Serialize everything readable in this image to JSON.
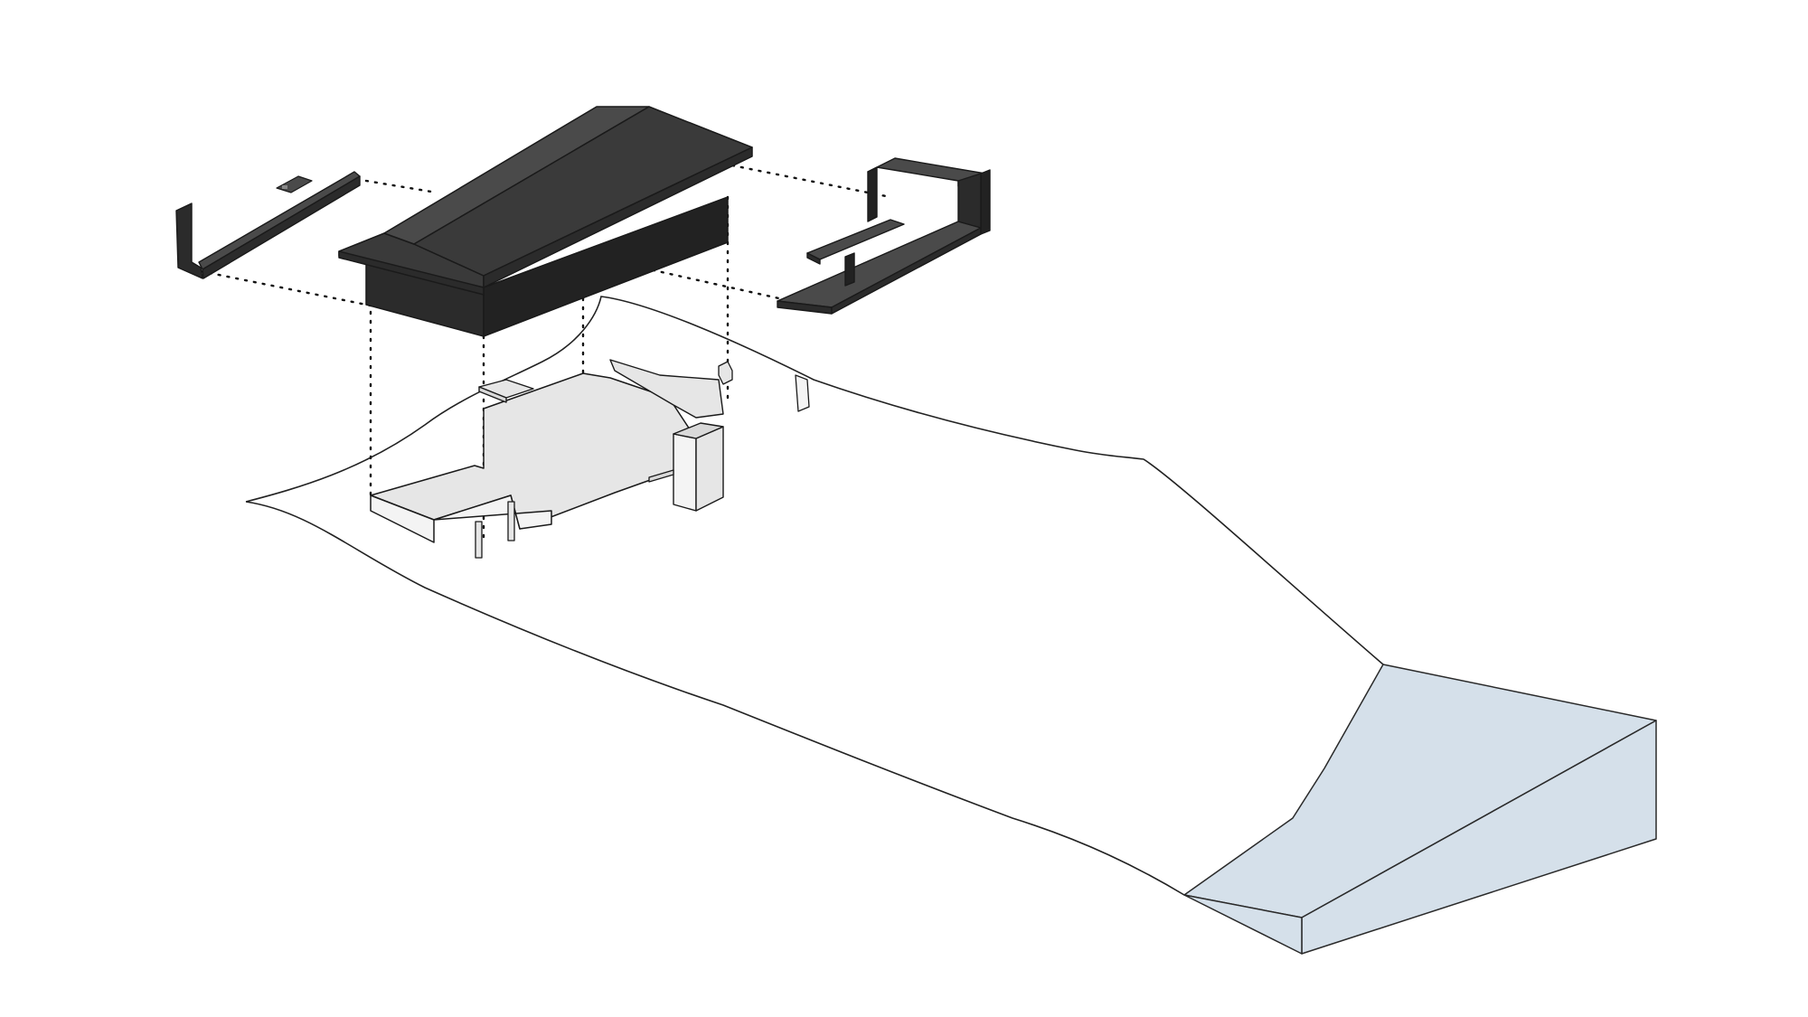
{
  "diagram": {
    "type": "exploded-axonometric-site-diagram",
    "components": [
      "left-l-shaped-wall-element",
      "gabled-roof-volume",
      "right-framed-terrace-element",
      "ground-floor-plinth",
      "terrain-outline",
      "water-basin-volume"
    ],
    "colors": {
      "dark_elements": "#3a3a3a",
      "plinth": "#e6e6e6",
      "water": "#d5e0ea",
      "outline": "#1a1a1a",
      "background": "#ffffff"
    },
    "text": []
  }
}
